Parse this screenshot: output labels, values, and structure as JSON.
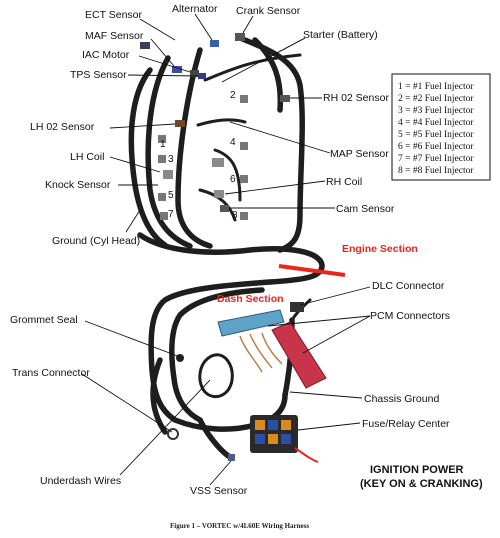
{
  "labels": {
    "ect_sensor": "ECT Sensor",
    "alternator": "Alternator",
    "crank_sensor": "Crank Sensor",
    "maf_sensor": "MAF Sensor",
    "starter": "Starter (Battery)",
    "iac_motor": "IAC Motor",
    "tps_sensor": "TPS Sensor",
    "rh_o2_sensor": "RH 02 Sensor",
    "lh_o2_sensor": "LH 02 Sensor",
    "map_sensor": "MAP Sensor",
    "lh_coil": "LH Coil",
    "rh_coil": "RH Coil",
    "knock_sensor": "Knock Sensor",
    "cam_sensor": "Cam Sensor",
    "ground_cyl_head": "Ground (Cyl Head)",
    "engine_section": "Engine Section",
    "dlc_connector": "DLC Connector",
    "dash_section": "Dash Section",
    "grommet_seal": "Grommet Seal",
    "pcm_connectors": "PCM Connectors",
    "trans_connector": "Trans Connector",
    "chassis_ground": "Chassis Ground",
    "fuse_relay_center": "Fuse/Relay Center",
    "underdash_wires": "Underdash Wires",
    "vss_sensor": "VSS Sensor",
    "ignition_power_1": "IGNITION POWER",
    "ignition_power_2": "(KEY ON & CRANKING)"
  },
  "injector_numbers": [
    "1",
    "2",
    "3",
    "4",
    "5",
    "6",
    "7",
    "8"
  ],
  "legend": [
    "1 = #1 Fuel Injector",
    "2 = #2 Fuel Injector",
    "3 = #3 Fuel Injector",
    "4 = #4 Fuel Injector",
    "5 = #5 Fuel Injector",
    "6 = #6 Fuel Injector",
    "7 = #7 Fuel Injector",
    "8 = #8 Fuel Injector"
  ],
  "caption": "Figure 1 – VORTEC w/4L60E Wiring Harness",
  "colors": {
    "accent_red": "#e8261c",
    "pcm_blue": "#5fa3c9",
    "pcm_red": "#c8344a",
    "wire": "#1e1e1e"
  }
}
